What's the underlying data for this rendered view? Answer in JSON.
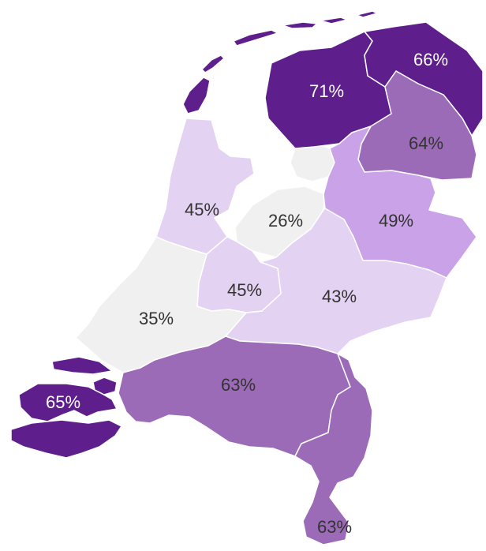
{
  "colors": {
    "level_1": "#f0f0f0",
    "level_2": "#e3d2f2",
    "level_3": "#c9a2e8",
    "level_4": "#9c6bb8",
    "level_5": "#5e1f8c",
    "label_light": "#ffffff",
    "label_dark": "#333333"
  },
  "regions": [
    {
      "key": "groningen",
      "value": "66%",
      "color_level": "level_5"
    },
    {
      "key": "friesland",
      "value": "71%",
      "color_level": "level_5"
    },
    {
      "key": "drenthe",
      "value": "64%",
      "color_level": "level_4"
    },
    {
      "key": "overijssel",
      "value": "49%",
      "color_level": "level_3"
    },
    {
      "key": "flevoland",
      "value": "26%",
      "color_level": "level_1"
    },
    {
      "key": "noord-holland",
      "value": "45%",
      "color_level": "level_2"
    },
    {
      "key": "utrecht",
      "value": "45%",
      "color_level": "level_2"
    },
    {
      "key": "gelderland",
      "value": "43%",
      "color_level": "level_2"
    },
    {
      "key": "zuid-holland",
      "value": "35%",
      "color_level": "level_1"
    },
    {
      "key": "zeeland",
      "value": "65%",
      "color_level": "level_5"
    },
    {
      "key": "noord-brabant",
      "value": "63%",
      "color_level": "level_4"
    },
    {
      "key": "limburg",
      "value": "63%",
      "color_level": "level_4"
    }
  ]
}
